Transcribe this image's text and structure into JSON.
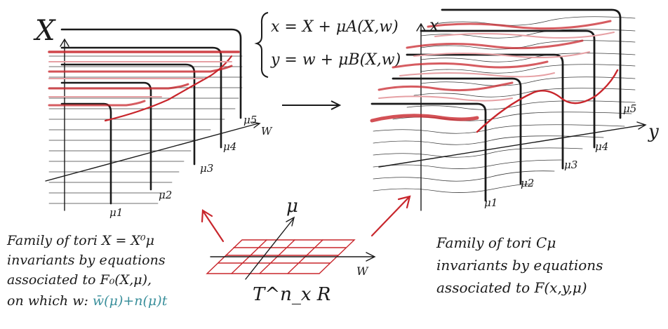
{
  "left_panel": {
    "symbol": "X",
    "mu_labels": [
      "μ1",
      "μ2",
      "μ3",
      "μ4",
      "μ5"
    ],
    "axis_label": "W"
  },
  "equations": {
    "line1": "x = X + μA(X,w)",
    "line2": "y = w + μB(X,w)"
  },
  "right_panel": {
    "axis_x": "x",
    "axis_y": "y",
    "mu_labels": [
      "μ1",
      "μ2",
      "μ3",
      "μ4",
      "μ5"
    ]
  },
  "base": {
    "axis_mu": "μ",
    "axis_w": "W",
    "label": "T^n_x R"
  },
  "left_caption": {
    "line1": "Family of tori X = X⁰μ",
    "line2": "invariants by equations",
    "line3": "associated to F₀(X,μ),",
    "line4_prefix": "on which w:",
    "line4_formula": "w̄(μ)+n(μ)t"
  },
  "right_caption": {
    "line1": "Family of tori Cμ",
    "line2": "invariants by equations",
    "line3": "associated to F(x,y,μ)"
  },
  "colors": {
    "ink": "#1a1a1a",
    "red": "#c8262c",
    "pink": "#e6a0a4",
    "blue": "#3a8f9b"
  }
}
